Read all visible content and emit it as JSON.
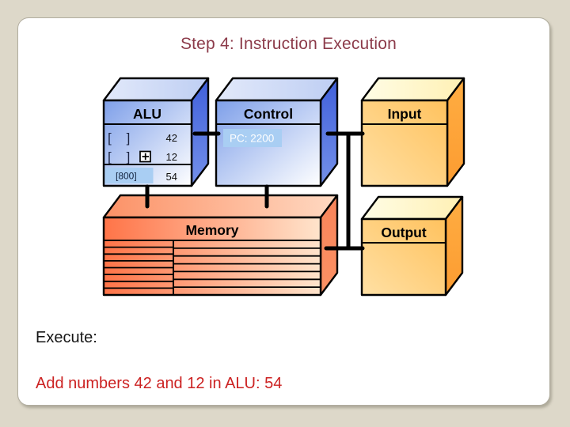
{
  "slide": {
    "title": "Step 4: Instruction Execution",
    "execute_label": "Execute:",
    "result_text": "Add numbers 42 and 12 in ALU: 54"
  },
  "diagram": {
    "alu": {
      "label": "ALU",
      "register1": {
        "operand": "[    ]",
        "value": "42"
      },
      "register2": {
        "operand": "[    ]",
        "value": "12",
        "operator_icon": "plus-boxed"
      },
      "result_row": {
        "address": "[800]",
        "value": "54"
      }
    },
    "control": {
      "label": "Control",
      "pc": "PC: 2200"
    },
    "input": {
      "label": "Input"
    },
    "output": {
      "label": "Output"
    },
    "memory": {
      "label": "Memory"
    }
  },
  "colors": {
    "page_background": "#DDD8C9",
    "slide_background": "#FFFFFF",
    "title_text": "#8C3B4A",
    "result_text": "#CC2222",
    "blue_box_side": "#4060DB",
    "blue_box_front": "#7E9FE9",
    "io_box_front": "#FFC25E",
    "io_box_side": "#FFA83C",
    "memory_front": "#FF7448",
    "register_highlight": "#A9CEF3",
    "outline": "#000000"
  }
}
